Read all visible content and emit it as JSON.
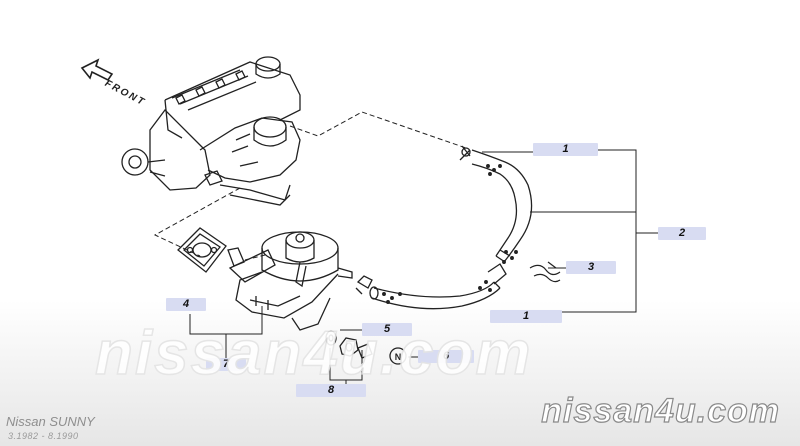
{
  "labels": {
    "front": "FRONT",
    "callouts": [
      "1",
      "2",
      "3",
      "1",
      "4",
      "5",
      "6",
      "7",
      "8"
    ],
    "marker_n": "N"
  },
  "watermark": {
    "text": "nissan4u.com",
    "text_small": "nissan4u.com"
  },
  "vehicle": {
    "model": "Nissan SUNNY",
    "production_range": "3.1982 - 8.1990"
  },
  "colors": {
    "callout_bg": "#d8dcf2",
    "line": "#222222",
    "background": "#ffffff"
  }
}
